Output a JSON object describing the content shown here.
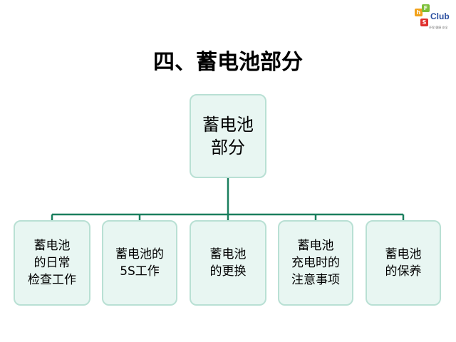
{
  "logo": {
    "letters": [
      "h",
      "F",
      "S"
    ],
    "name": "Club",
    "subtitle": "环保 健康 安全"
  },
  "title": "四、蓄电池部分",
  "diagram": {
    "root": "蓄电池\n部分",
    "children": [
      "蓄电池\n的日常\n检查工作",
      "蓄电池的\n5S工作",
      "蓄电池\n的更换",
      "蓄电池\n充电时的\n注意事项",
      "蓄电池\n的保养"
    ]
  },
  "colors": {
    "node_fill": "#e8f6f2",
    "node_border": "#b9e0d4",
    "connector": "#1a7f5e"
  }
}
